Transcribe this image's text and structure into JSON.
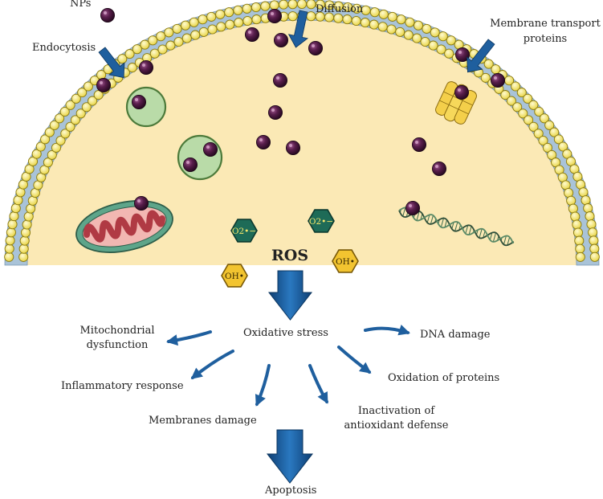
{
  "labels": {
    "nps": "NPs",
    "diffusion": "Diffusion",
    "endocytosis": "Endocytosis",
    "membrane_transport_line1": "Membrane transport",
    "membrane_transport_line2": "proteins",
    "ros": "ROS",
    "oxidative_stress": "Oxidative stress",
    "mito_line1": "Mitochondrial",
    "mito_line2": "dysfunction",
    "dna_damage": "DNA damage",
    "inflammatory": "Inflammatory response",
    "oxidation_proteins": "Oxidation of proteins",
    "membranes_damage": "Membranes damage",
    "inactivation_line1": "Inactivation of",
    "inactivation_line2": "antioxidant defense",
    "apoptosis": "Apoptosis"
  },
  "molecules": {
    "superoxide": "O2•−",
    "hydroxyl": "OH•"
  },
  "colors": {
    "cytoplasm": "#fbe9b5",
    "membrane_band": "#a9c3d8",
    "lipid_head": "#f3e35a",
    "lipid_head_stroke": "#8a7a10",
    "nanoparticle": "#4b1a3f",
    "vesicle_fill": "#b9dba8",
    "vesicle_stroke": "#4c7a3a",
    "mito_fill": "#e28a8a",
    "mito_outer": "#5ea58a",
    "arrow_blue": "#1f5f9e",
    "ros_hex_green": "#1e6b57",
    "ros_hex_yellow": "#f2c430"
  },
  "icons": {
    "nanoparticle": "nanoparticle-icon",
    "vesicle": "endocytic-vesicle-icon",
    "mitochondrion": "mitochondrion-icon",
    "dna": "dna-helix-icon",
    "transport_protein": "transport-protein-icon",
    "arrow": "arrow-icon"
  }
}
